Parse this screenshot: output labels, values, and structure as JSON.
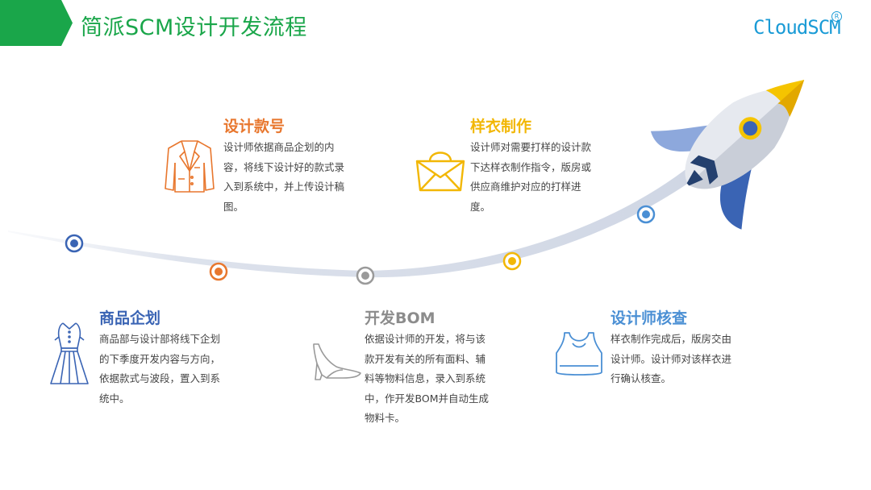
{
  "header": {
    "title": "简派SCM设计开发流程",
    "logo_text": "CloudSCM",
    "logo_mark": "R",
    "accent_color": "#1aa64a"
  },
  "steps": [
    {
      "title": "商品企划",
      "description": "商品部与设计部将线下企划的下季度开发内容与方向，依据款式与波段，置入到系统中。",
      "icon": "dress-icon",
      "color": "#3a64b4"
    },
    {
      "title": "设计款号",
      "description": "设计师依据商品企划的内容，将线下设计好的款式录入到系统中，并上传设计稿图。",
      "icon": "jacket-icon",
      "color": "#e8772e"
    },
    {
      "title": "开发BOM",
      "description": "依据设计师的开发，将与该款开发有关的所有面料、辅料等物料信息，录入到系统中，作开发BOM并自动生成物料卡。",
      "icon": "high-heel-icon",
      "color": "#8c8c8c"
    },
    {
      "title": "样衣制作",
      "description": "设计师对需要打样的设计款下达样衣制作指令，版房或供应商维护对应的打样进度。",
      "icon": "handbag-icon",
      "color": "#f2b705"
    },
    {
      "title": "设计师核查",
      "description": "样衣制作完成后，版房交由设计师。设计师对该样衣进行确认核查。",
      "icon": "tank-top-icon",
      "color": "#4a8fd4"
    }
  ]
}
